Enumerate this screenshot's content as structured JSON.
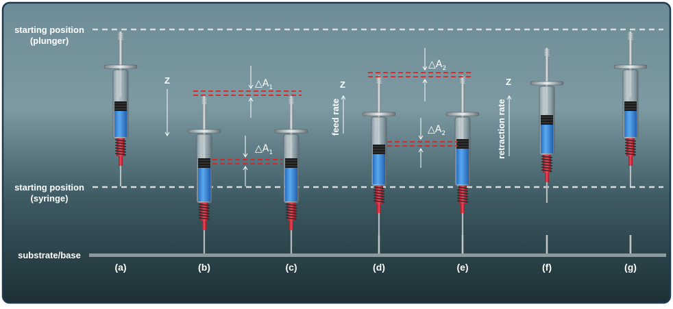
{
  "labels": {
    "plunger_start_line1": "starting position",
    "plunger_start_line2": "(plunger)",
    "syringe_start_line1": "starting position",
    "syringe_start_line2": "(syringe)",
    "substrate": "substrate/base"
  },
  "panels": [
    "(a)",
    "(b)",
    "(c)",
    "(d)",
    "(e)",
    "(f)",
    "(g)"
  ],
  "annotations": {
    "z1": "Z",
    "z2": "Z",
    "z3": "Z",
    "feed_rate": "feed rate",
    "retraction_rate": "retraction rate",
    "delta_a1_top": "△A",
    "delta_a1_top_sub": "1",
    "delta_a1_mid": "△A",
    "delta_a1_mid_sub": "1",
    "delta_a2_top": "△A",
    "delta_a2_top_sub": "2",
    "delta_a2_mid": "△A",
    "delta_a2_mid_sub": "2"
  },
  "colors": {
    "background_top": "#7d9aa2",
    "background_bottom": "#1d3138",
    "border": "#1e3a52",
    "dashed_guide": "#d8dde0",
    "red_marker": "#e02020",
    "fluid": "#3a8fe0",
    "needle_red": "#d8303a"
  }
}
